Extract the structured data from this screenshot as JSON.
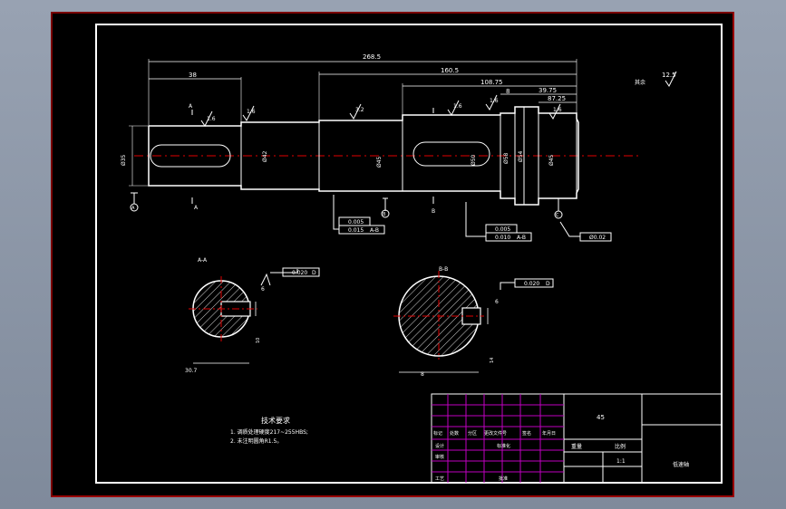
{
  "colors": {
    "background": "#000000",
    "outline": "#ffffff",
    "centerline": "#e00000",
    "title_grid": "#c000c0",
    "frame_outer": "#9a0000"
  },
  "dimensions": {
    "overall": "268.5",
    "left_step": "38",
    "d1": "160.5",
    "d2": "108.75",
    "d3": "8",
    "d4": "39.75",
    "d5": "87.25"
  },
  "roughness": {
    "general": "12.5",
    "general_prefix": "其余",
    "r1": "1.6",
    "r2": "1.6",
    "r3": "3.2",
    "r4": "1.6",
    "r5": "1.6",
    "r6": "1.6"
  },
  "diameters": {
    "d_left": "Ø35",
    "d_shoulder": "Ø42",
    "d_mid": "Ø45",
    "d_bearing": "Ø50",
    "d_collar1": "Ø58",
    "d_collar2": "Ø54",
    "d_right": "Ø45"
  },
  "tolerances": {
    "t1": "0.005",
    "t2": "0.015",
    "t2_ref": "A-B",
    "t3": "0.005",
    "t4": "0.010",
    "t4_ref": "A-B",
    "t5": "Ø0.02",
    "sym1": "0.020",
    "sym1_ref": "D",
    "sym2": "0.020",
    "sym2_ref": "D"
  },
  "datums": {
    "a": "A",
    "b": "B",
    "c": "C",
    "d": "D"
  },
  "sections": {
    "aa_label": "A-A",
    "bb_label": "B-B",
    "aa_width": "30.7",
    "aa_depth": "10",
    "aa_key": "6",
    "bb_width": "8",
    "bb_depth": "14",
    "bb_key": "6"
  },
  "notes": {
    "title": "技术要求",
    "line1": "1.  调质处理硬度217~255HBS;",
    "line2": "2.  未注明圆角R1.5。"
  },
  "title_block": {
    "material": "45",
    "scale_label": "比例",
    "weight_label": "重量",
    "scale_value": "1:1",
    "part_name": "低速轴",
    "row_mark": "标记",
    "row_count": "处数",
    "row_zone": "分区",
    "row_doc": "更改文件号",
    "row_sign": "签名",
    "row_date": "年月日",
    "designer": "设计",
    "std": "标准化",
    "checker": "审核",
    "craft": "工艺",
    "approve": "批准"
  }
}
